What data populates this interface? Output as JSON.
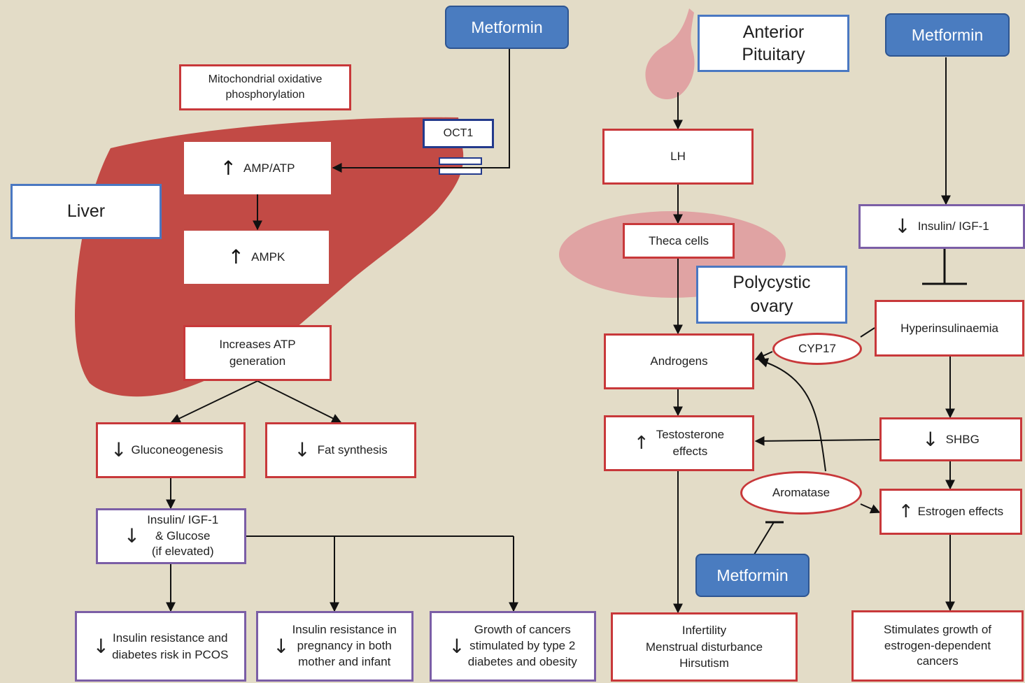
{
  "nodes": {
    "metformin_1": "Metformin",
    "metformin_2": "Metformin",
    "metformin_3": "Metformin",
    "mito": "Mitochondrial oxidative\nphosphorylation",
    "oct1": "OCT1",
    "liver": "Liver",
    "amp_atp": "AMP/ATP",
    "ampk": "AMPK",
    "increases_atp": "Increases ATP\ngeneration",
    "gluconeogenesis": "Gluconeogenesis",
    "fat_synthesis": "Fat synthesis",
    "insulin_glucose": "Insulin/ IGF-1\n& Glucose\n(if elevated)",
    "insulin_resistance_pcos": "Insulin resistance and\ndiabetes risk in PCOS",
    "insulin_resistance_pregnancy": "Insulin resistance in\npregnancy in both\nmother and infant",
    "growth_cancers": "Growth of cancers\nstimulated by type 2\ndiabetes and obesity",
    "anterior_pituitary": "Anterior\nPituitary",
    "lh": "LH",
    "theca_cells": "Theca cells",
    "polycystic_ovary": "Polycystic\novary",
    "androgens": "Androgens",
    "cyp17": "CYP17",
    "testosterone": "Testosterone\neffects",
    "aromatase": "Aromatase",
    "infertility": "Infertility\nMenstrual disturbance\nHirsutism",
    "insulin_igf1": "Insulin/ IGF-1",
    "hyperinsulinaemia": "Hyperinsulinaemia",
    "shbg": "SHBG",
    "estrogen_effects": "Estrogen effects",
    "stimulates_growth": "Stimulates growth of\nestrogen-dependent\ncancers"
  },
  "symbols": {
    "up": "↑",
    "down": "↓"
  },
  "colors": {
    "background": "#e3dcc7",
    "liver": "#c24a45",
    "organ": "#e0a3a3",
    "drug": "#4a7cc0",
    "red_border": "#c8383a",
    "purple_border": "#7b5ea6",
    "blue_border": "#4a78c2"
  }
}
